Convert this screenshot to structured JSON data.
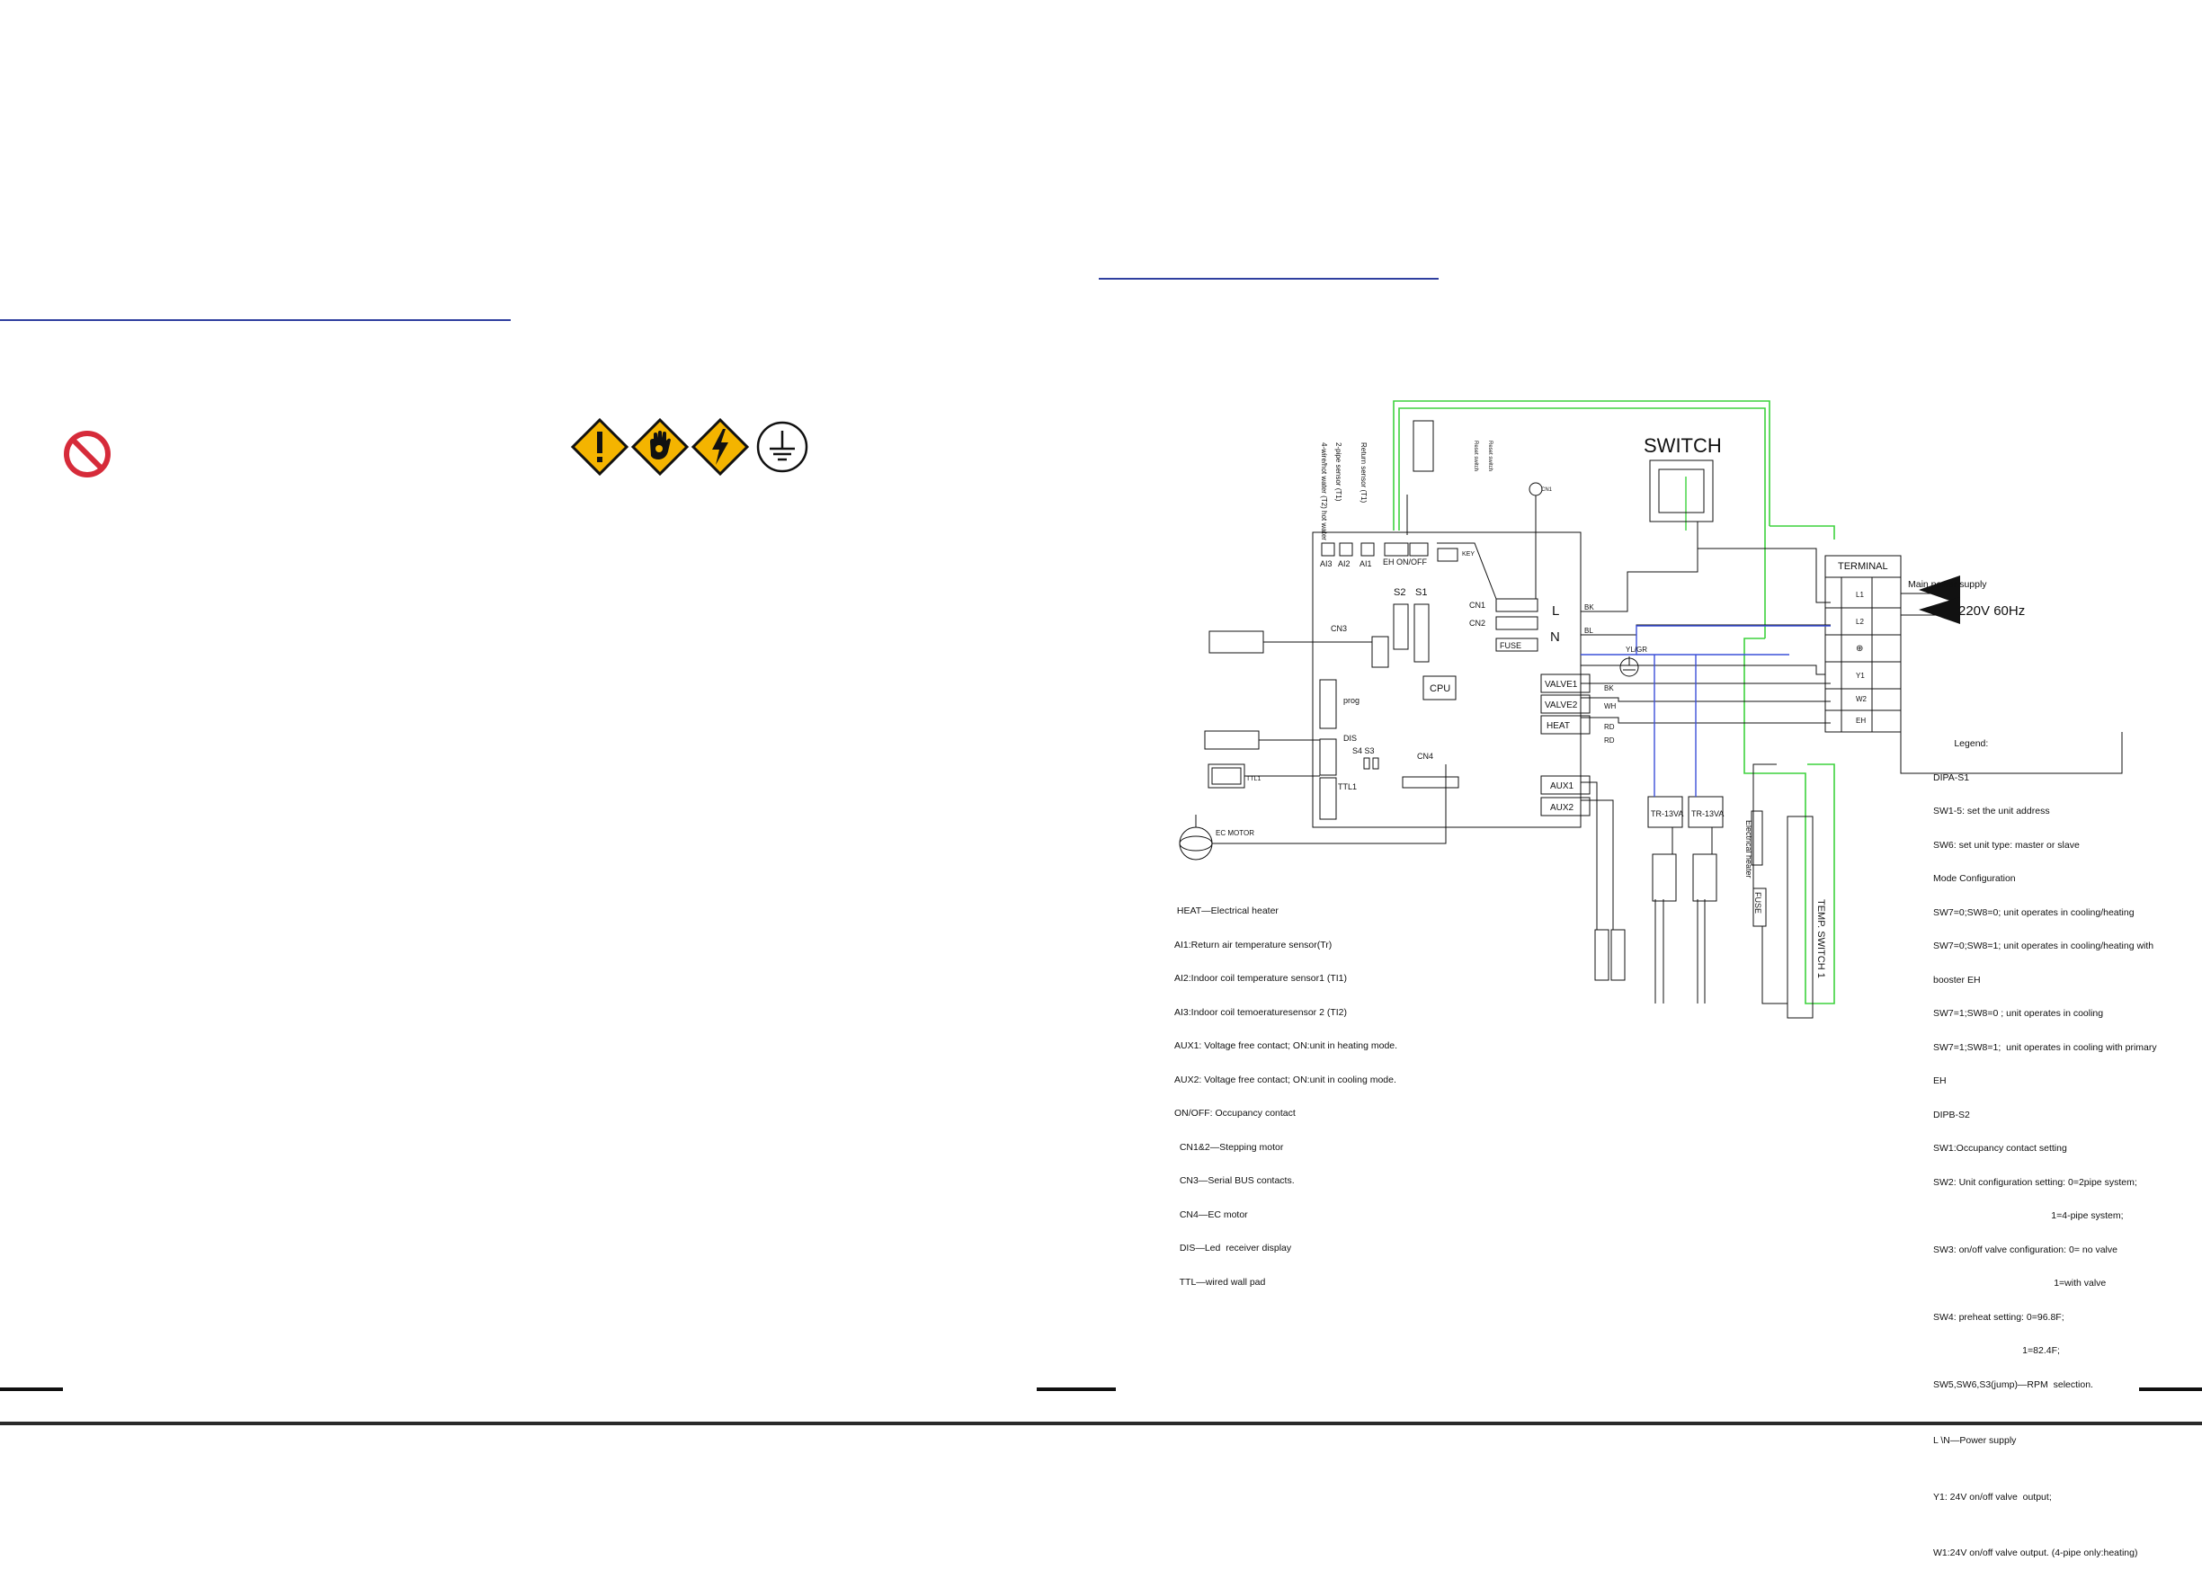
{
  "colors": {
    "rule": "#2f3f9f",
    "warning_fill": "#f4b400",
    "prohibit_red": "#d62b3a",
    "wire_green": "#3dd23d",
    "wire_blue": "#3c50d8"
  },
  "icons": {
    "left_page": [
      "prohibition-icon"
    ],
    "right_of_left_page": [
      "warning-exclamation-icon",
      "hand-caution-icon",
      "electric-shock-icon",
      "ground-icon"
    ]
  },
  "diagram": {
    "left_sensor_labels": [
      "4-wire/hot water (T2) hot water",
      "2-pipe sensor (T1)",
      "Return sensor (T1)"
    ],
    "top_small_labels": [
      "Reset switch",
      "Reset switch",
      "CN1"
    ],
    "switch_title": "SWITCH",
    "board_connectors": {
      "ai3": "AI3",
      "ai2": "AI2",
      "ai1": "AI1",
      "eh_onoff": "EH ON/OFF",
      "key": "KEY",
      "s2": "S2",
      "s1": "S1",
      "cn1": "CN1",
      "cn2": "CN2",
      "fuse": "FUSE",
      "cn3": "CN3",
      "prog": "prog",
      "cpu": "CPU",
      "dis": "DIS",
      "s4s3": "S4 S3",
      "cn4": "CN4",
      "ttl1": "TTL1"
    },
    "line_labels": {
      "l": "L",
      "n": "N",
      "bk": "BK",
      "bl": "BL",
      "ground": "YL/GR",
      "bk2": "BK",
      "wh": "WH",
      "rd1": "RD",
      "rd2": "RD"
    },
    "outputs": [
      "VALVE1",
      "VALVE2",
      "HEAT",
      "AUX1",
      "AUX2"
    ],
    "transformers": [
      "TR-13VA",
      "TR-13VA"
    ],
    "terminal": {
      "title": "TERMINAL",
      "pins": [
        "L1",
        "L2",
        "⊕",
        "Y1",
        "W2",
        "EH"
      ]
    },
    "supply": {
      "main": "Main power supply",
      "voltage": "220V 60Hz"
    },
    "misc": {
      "electrical_heater": "Electrical heater",
      "fuse2": "FUSE",
      "temp_switch": "TEMP. SWITCH 1",
      "ec_motor": "EC MOTOR",
      "ttl_small": "TTL1"
    },
    "legend_left": [
      " HEAT—Electrical heater",
      "AI1:Return air temperature sensor(Tr)",
      "AI2:Indoor coil temperature sensor1 (TI1)",
      "AI3:Indoor coil temoeraturesensor 2 (TI2)",
      "AUX1: Voltage free contact; ON:unit in heating mode.",
      "AUX2: Voltage free contact; ON:unit in cooling mode.",
      "ON/OFF: Occupancy contact",
      "  CN1&2—Stepping motor",
      "  CN3—Serial BUS contacts.",
      "  CN4—EC motor",
      "  DIS—Led  receiver display",
      "  TTL—wired wall pad"
    ],
    "legend_right": [
      "        Legend:",
      "DIPA-S1",
      "SW1-5: set the unit address",
      "SW6: set unit type: master or slave",
      "Mode Configuration",
      "SW7=0;SW8=0; unit operates in cooling/heating",
      "SW7=0;SW8=1; unit operates in cooling/heating with",
      "booster EH",
      "SW7=1;SW8=0 ; unit operates in cooling",
      "SW7=1;SW8=1;  unit operates in cooling with primary",
      "EH",
      "DIPB-S2",
      "SW1:Occupancy contact setting",
      "SW2: Unit configuration setting: 0=2pipe system;",
      "                                             1=4-pipe system;",
      "SW3: on/off valve configuration: 0= no valve",
      "                                              1=with valve",
      "SW4: preheat setting: 0=96.8F;",
      "                                  1=82.4F;",
      "SW5,SW6,S3(jump)—RPM  selection.",
      "",
      "L \\N—Power supply",
      "",
      "Y1: 24V on/off valve  output;",
      "",
      "W1:24V on/off valve output. (4-pipe only:heating)"
    ]
  }
}
